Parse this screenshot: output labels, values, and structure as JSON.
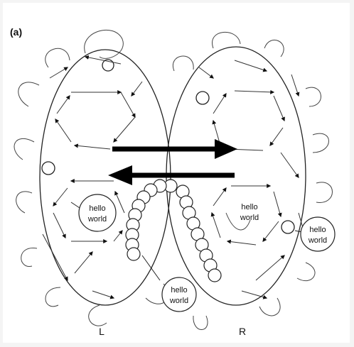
{
  "panel_label": "(a)",
  "left_label": "L",
  "right_label": "R",
  "callouts": [
    {
      "line1": "hello",
      "line2": "world"
    },
    {
      "line1": "hello",
      "line2": "world"
    },
    {
      "line1": "hello",
      "line2": "world"
    },
    {
      "line1": "hello",
      "line2": "world"
    }
  ]
}
